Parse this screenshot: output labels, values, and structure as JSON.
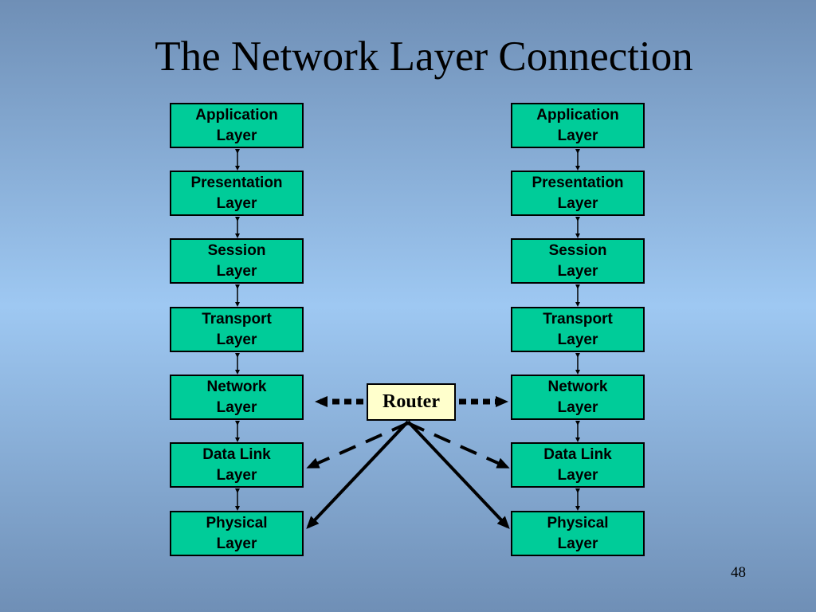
{
  "slide": {
    "title": "The Network Layer Connection",
    "page_number": "48"
  },
  "stacks": {
    "left": {
      "layers": [
        {
          "line1": "Application",
          "line2": "Layer"
        },
        {
          "line1": "Presentation",
          "line2": "Layer"
        },
        {
          "line1": "Session",
          "line2": "Layer"
        },
        {
          "line1": "Transport",
          "line2": "Layer"
        },
        {
          "line1": "Network",
          "line2": "Layer"
        },
        {
          "line1": "Data Link",
          "line2": "Layer"
        },
        {
          "line1": "Physical",
          "line2": "Layer"
        }
      ]
    },
    "right": {
      "layers": [
        {
          "line1": "Application",
          "line2": "Layer"
        },
        {
          "line1": "Presentation",
          "line2": "Layer"
        },
        {
          "line1": "Session",
          "line2": "Layer"
        },
        {
          "line1": "Transport",
          "line2": "Layer"
        },
        {
          "line1": "Network",
          "line2": "Layer"
        },
        {
          "line1": "Data Link",
          "line2": "Layer"
        },
        {
          "line1": "Physical",
          "line2": "Layer"
        }
      ]
    }
  },
  "router": {
    "label": "Router"
  },
  "colors": {
    "layer_fill": "#00cc99",
    "router_fill": "#ffffcc",
    "background": "#9ec8f2",
    "lines": "#000000"
  }
}
